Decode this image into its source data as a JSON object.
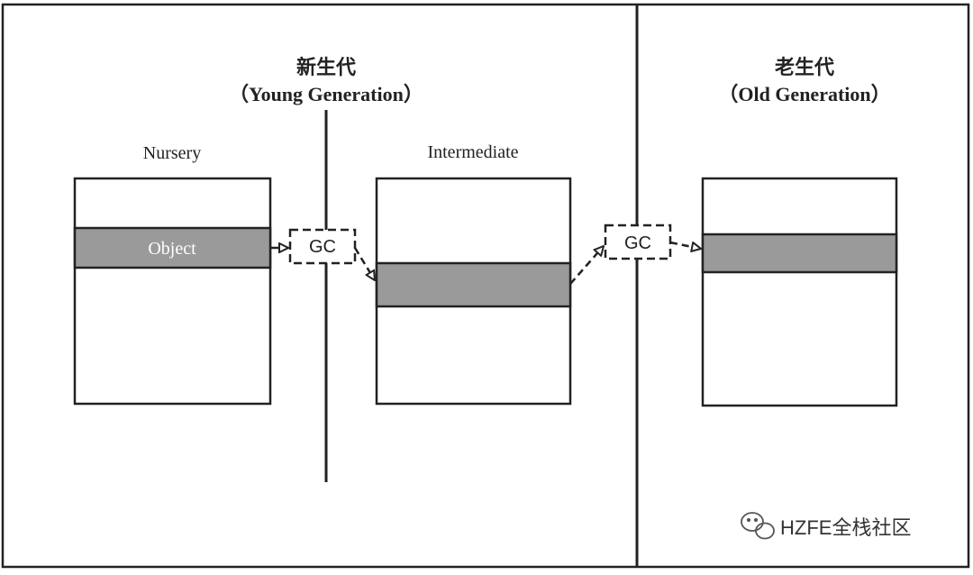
{
  "young_generation": {
    "title_cn": "新生代",
    "title_en": "（Young Generation）"
  },
  "old_generation": {
    "title_cn": "老生代",
    "title_en": "（Old Generation）"
  },
  "regions": {
    "nursery": "Nursery",
    "intermediate": "Intermediate"
  },
  "object_label": "Object",
  "gc_label_1": "GC",
  "gc_label_2": "GC",
  "watermark": "HZFE全栈社区",
  "colors": {
    "stroke": "#222222",
    "object_fill": "#9a9a9a",
    "background": "#ffffff"
  }
}
